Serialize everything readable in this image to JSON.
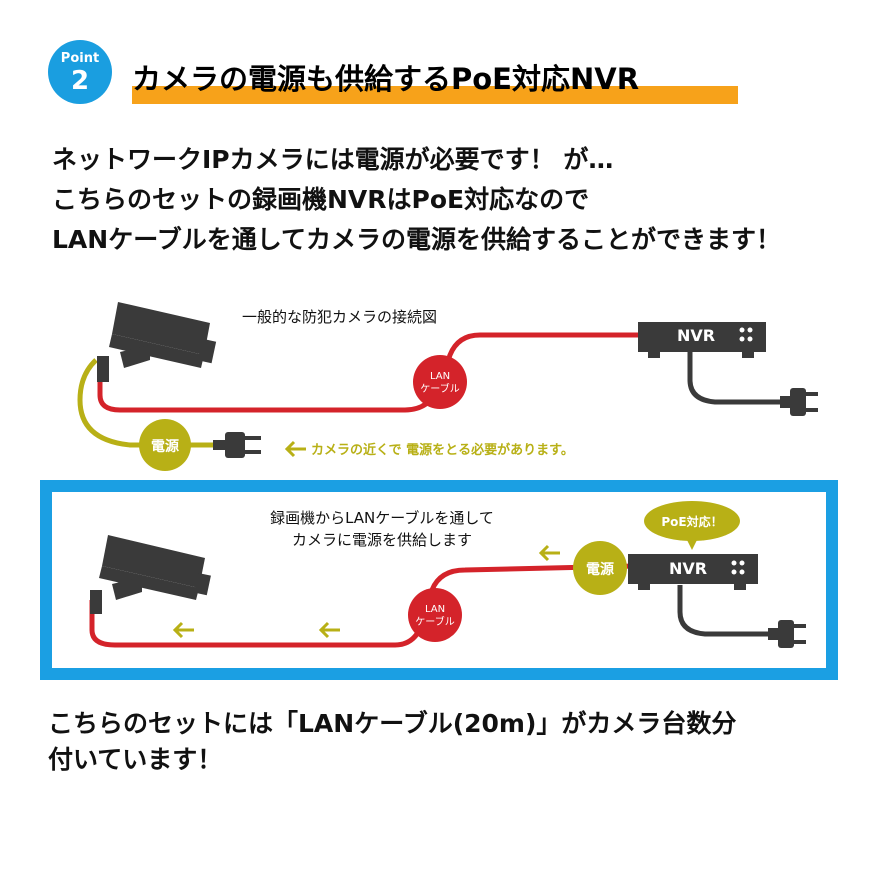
{
  "header": {
    "badge_word": "Point",
    "badge_number": "2",
    "title": "カメラの電源も供給するPoE対応NVR"
  },
  "intro_lines": [
    "ネットワークIPカメラには電源が必要です！ が…",
    "こちらのセットの録画機NVRはPoE対応なので",
    "LANケーブルを通してカメラの電源を供給することができます！"
  ],
  "diagram_top": {
    "caption": "一般的な防犯カメラの接続図",
    "nvr_label": "NVR",
    "cable_label_1": "LAN",
    "cable_label_2": "ケーブル",
    "power_label": "電源",
    "note": "カメラの近くで 電源をとる必要があります。"
  },
  "diagram_bottom": {
    "caption_line1": "録画機からLANケーブルを通して",
    "caption_line2": "カメラに電源を供給します",
    "poe_bubble": "PoE対応！",
    "power_label": "電源",
    "nvr_label": "NVR",
    "cable_label_1": "LAN",
    "cable_label_2": "ケーブル"
  },
  "footer_lines": [
    "こちらのセットには「LANケーブル(20m)」がカメラ台数分",
    "付いています！"
  ],
  "colors": {
    "accent_blue": "#1b9fe3",
    "title_underline": "#f7a21a",
    "cable_red": "#d4232a",
    "power_olive": "#b8b016",
    "device_dark": "#3a3a3a"
  }
}
